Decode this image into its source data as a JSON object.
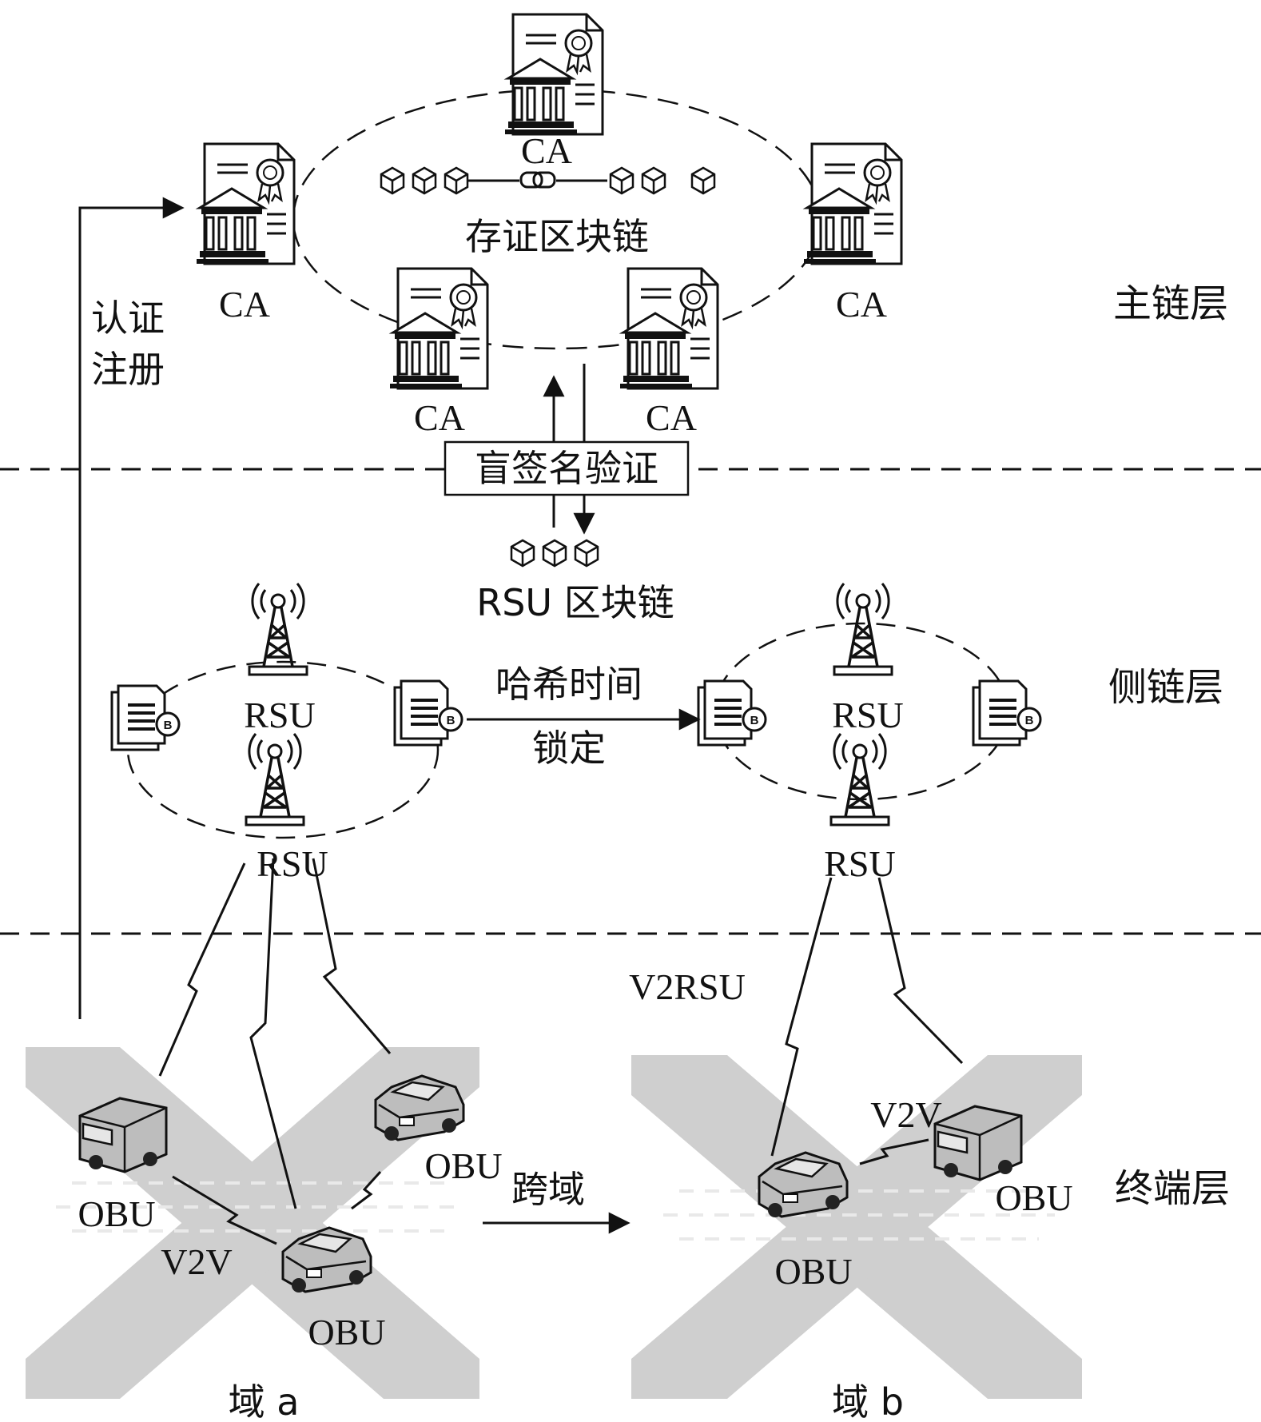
{
  "layers": {
    "main": "主链层",
    "side": "侧链层",
    "terminal": "终端层"
  },
  "main_chain": {
    "ca_label": "CA",
    "chain_label": "存证区块链",
    "verify_box": "盲签名验证"
  },
  "side_chain": {
    "rsu_label": "RSU",
    "rsu_chain_label": "RSU 区块链",
    "htlc_line1": "哈希时间",
    "htlc_line2": "锁定"
  },
  "terminal": {
    "register_line1": "认证",
    "register_line2": "注册",
    "obu_label": "OBU",
    "v2v_label": "V2V",
    "v2rsu_label": "V2RSU",
    "cross_domain": "跨域",
    "domain_a": "域 a",
    "domain_b": "域 b"
  }
}
